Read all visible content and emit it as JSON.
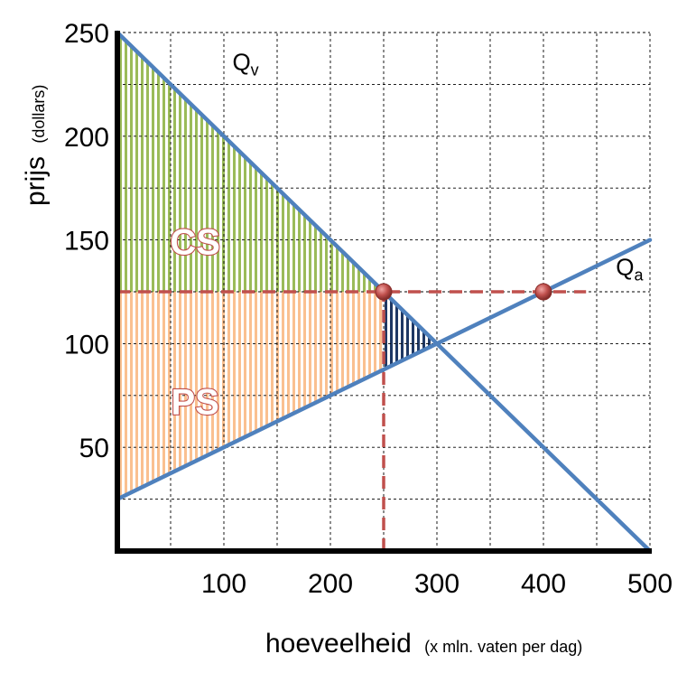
{
  "chart_data": {
    "type": "line",
    "xlabel": "hoeveelheid",
    "xlabel_unit": "(x mln. vaten per dag)",
    "ylabel": "prijs",
    "ylabel_unit": "(dollars)",
    "xlim": [
      0,
      500
    ],
    "ylim": [
      0,
      250
    ],
    "x_ticks": [
      100,
      200,
      300,
      400,
      500
    ],
    "y_ticks": [
      50,
      100,
      150,
      200,
      250
    ],
    "grid": true,
    "series": [
      {
        "name": "Q",
        "subscript": "v",
        "color": "#4f81bd",
        "points": [
          [
            0,
            250
          ],
          [
            500,
            0
          ]
        ]
      },
      {
        "name": "Q",
        "subscript": "a",
        "color": "#4f81bd",
        "points": [
          [
            0,
            25
          ],
          [
            500,
            150
          ]
        ]
      }
    ],
    "areas": [
      {
        "label": "CS",
        "color": "#9bbb59",
        "style": "vertical-hatch",
        "vertices": [
          [
            0,
            250
          ],
          [
            250,
            125
          ],
          [
            0,
            125
          ]
        ]
      },
      {
        "label": "PS",
        "color": "#fac090",
        "style": "vertical-hatch",
        "vertices": [
          [
            0,
            125
          ],
          [
            250,
            125
          ],
          [
            250,
            87.5
          ],
          [
            0,
            25
          ]
        ]
      },
      {
        "label": "",
        "color": "#1f3864",
        "style": "vertical-hatch",
        "vertices": [
          [
            250,
            125
          ],
          [
            300,
            100
          ],
          [
            250,
            87.5
          ]
        ]
      }
    ],
    "reference_lines": [
      {
        "color": "#c0504d",
        "style": "dashed",
        "points": [
          [
            0,
            125
          ],
          [
            440,
            125
          ]
        ]
      },
      {
        "color": "#c0504d",
        "style": "dashed",
        "points": [
          [
            250,
            0
          ],
          [
            250,
            125
          ]
        ]
      }
    ],
    "markers": [
      {
        "x": 250,
        "y": 125,
        "color": "#c0504d"
      },
      {
        "x": 400,
        "y": 125,
        "color": "#c0504d"
      }
    ]
  }
}
